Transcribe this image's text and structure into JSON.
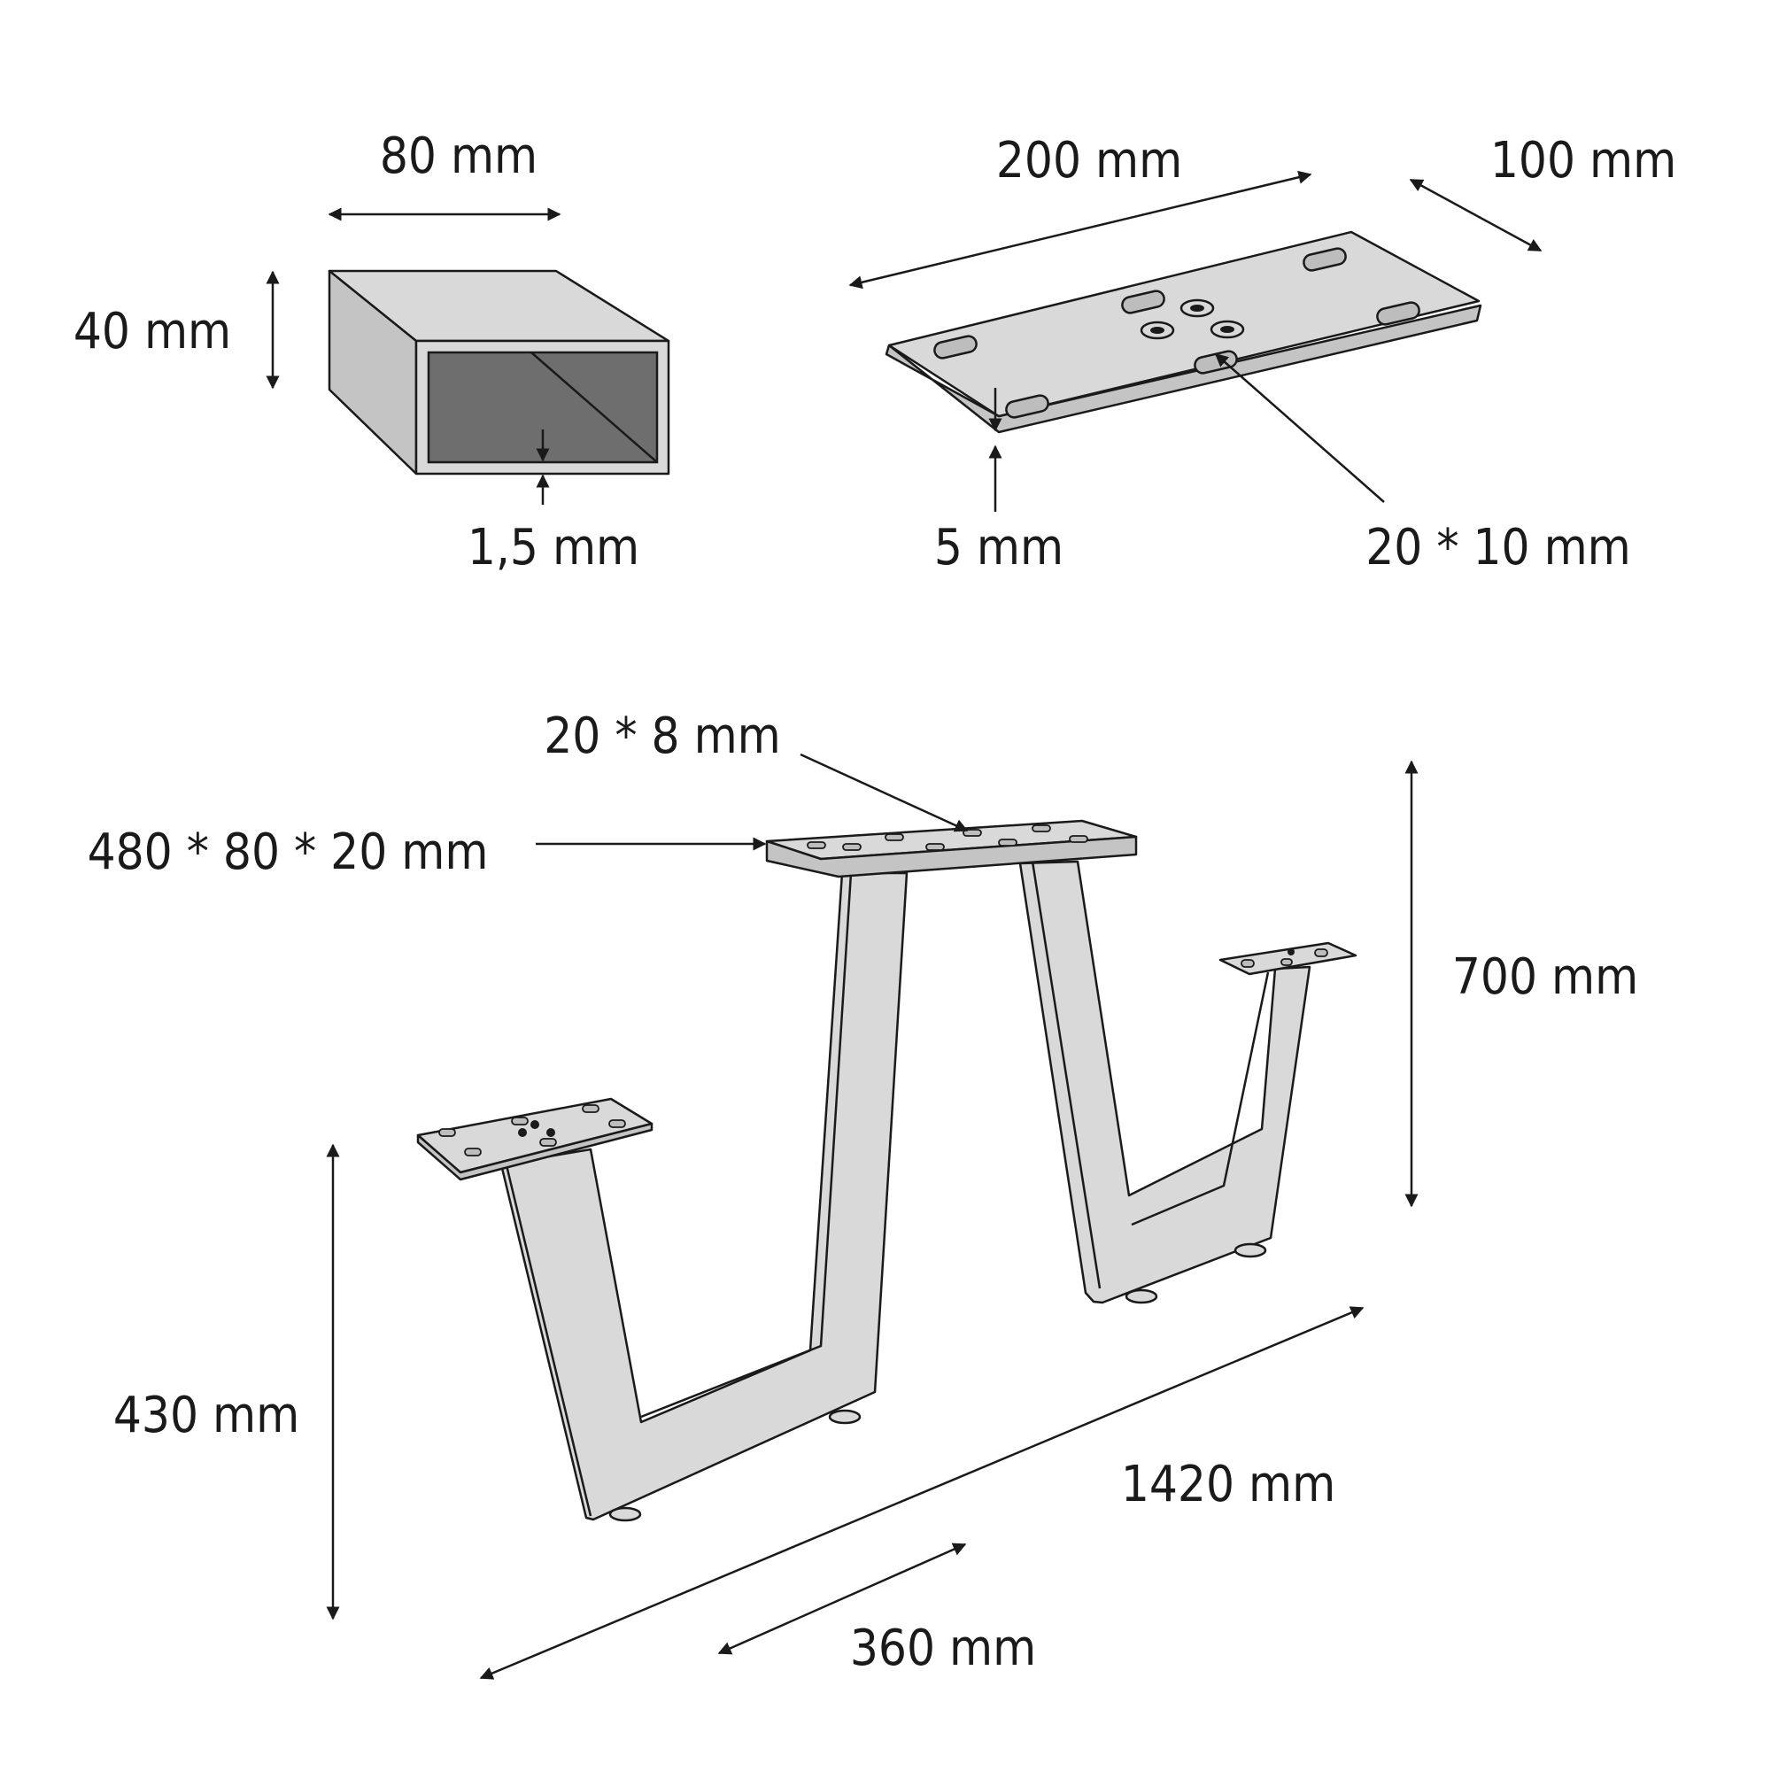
{
  "profile": {
    "width_label": "80 mm",
    "height_label": "40 mm",
    "wall_label": "1,5 mm"
  },
  "mount_plate": {
    "length_label": "200 mm",
    "width_label": "100 mm",
    "thickness_label": "5 mm",
    "slot_label": "20 * 10 mm"
  },
  "frame": {
    "slot_label": "20 * 8 mm",
    "top_plate_label": "480 * 80 * 20 mm",
    "total_height_label": "700 mm",
    "low_height_label": "430 mm",
    "total_length_label": "1420 mm",
    "depth_label": "360 mm"
  },
  "colors": {
    "line": "#1a1a1a",
    "steel": "#d9d9d9",
    "inner": "#6e6e6e"
  }
}
